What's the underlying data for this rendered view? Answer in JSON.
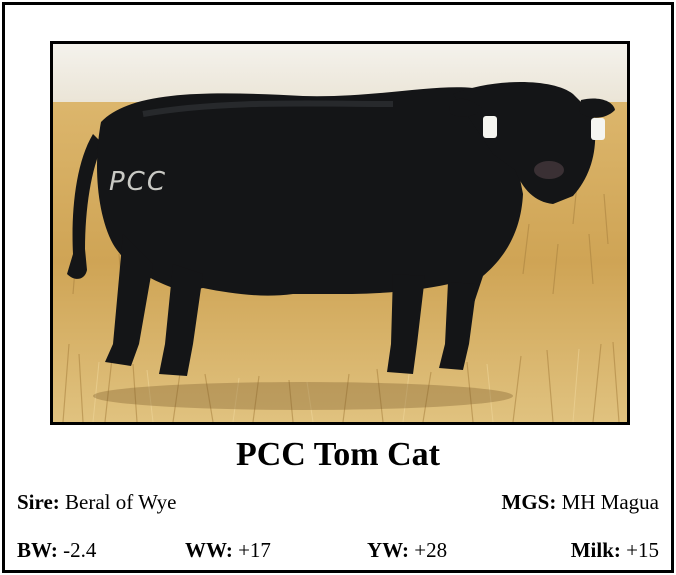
{
  "photo": {
    "brand_text": "PCC",
    "colors": {
      "sky": "#f2f0ea",
      "grass": "#d2a858",
      "grass_dark": "#a07a38",
      "cow": "#141517"
    }
  },
  "title": "PCC Tom Cat",
  "pedigree": {
    "sire_label": "Sire:",
    "sire_value": "Beral of Wye",
    "mgs_label": "MGS:",
    "mgs_value": "MH Magua"
  },
  "epds": {
    "bw_label": "BW:",
    "bw_value": "-2.4",
    "ww_label": "WW:",
    "ww_value": "+17",
    "yw_label": "YW:",
    "yw_value": "+28",
    "milk_label": "Milk:",
    "milk_value": "+15"
  }
}
